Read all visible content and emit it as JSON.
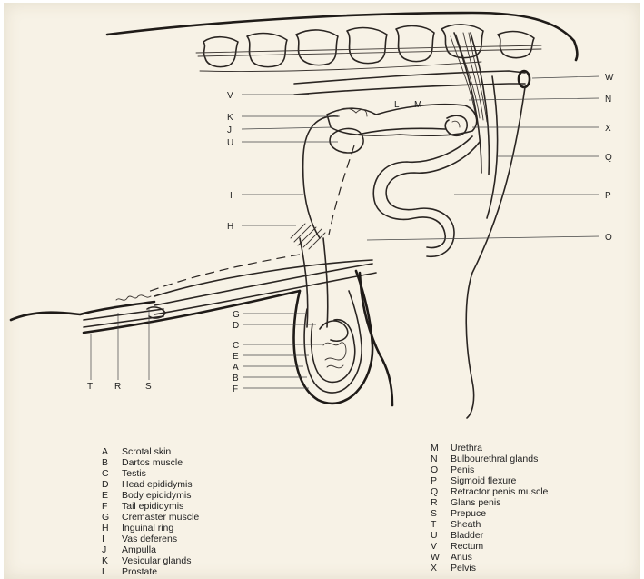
{
  "labels_left": [
    "V",
    "K",
    "J",
    "U",
    "I",
    "H"
  ],
  "labels_right": [
    "W",
    "N",
    "X",
    "Q",
    "P",
    "O"
  ],
  "labels_scrotum": [
    "G",
    "D",
    "C",
    "E",
    "A",
    "B",
    "F"
  ],
  "labels_bottom": [
    "T",
    "R",
    "S"
  ],
  "inline_labels": [
    "L",
    "M"
  ],
  "legend_left": [
    {
      "key": "A",
      "text": "Scrotal skin"
    },
    {
      "key": "B",
      "text": "Dartos muscle"
    },
    {
      "key": "C",
      "text": "Testis"
    },
    {
      "key": "D",
      "text": "Head epididymis"
    },
    {
      "key": "E",
      "text": "Body epididymis"
    },
    {
      "key": "F",
      "text": "Tail epididymis"
    },
    {
      "key": "G",
      "text": "Cremaster muscle"
    },
    {
      "key": "H",
      "text": "Inguinal ring"
    },
    {
      "key": "I",
      "text": "Vas deferens"
    },
    {
      "key": "J",
      "text": "Ampulla"
    },
    {
      "key": "K",
      "text": "Vesicular glands"
    },
    {
      "key": "L",
      "text": "Prostate"
    }
  ],
  "legend_right": [
    {
      "key": "M",
      "text": "Urethra"
    },
    {
      "key": "N",
      "text": "Bulbourethral glands"
    },
    {
      "key": "O",
      "text": "Penis"
    },
    {
      "key": "P",
      "text": "Sigmoid flexure"
    },
    {
      "key": "Q",
      "text": "Retractor penis muscle"
    },
    {
      "key": "R",
      "text": "Glans penis"
    },
    {
      "key": "S",
      "text": "Prepuce"
    },
    {
      "key": "T",
      "text": "Sheath"
    },
    {
      "key": "U",
      "text": "Bladder"
    },
    {
      "key": "V",
      "text": "Rectum"
    },
    {
      "key": "W",
      "text": "Anus"
    },
    {
      "key": "X",
      "text": "Pelvis"
    }
  ]
}
